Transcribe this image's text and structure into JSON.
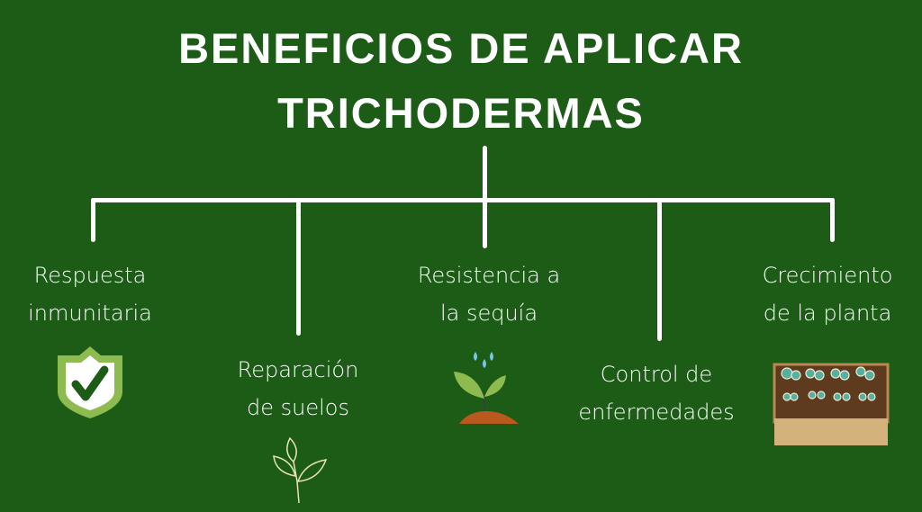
{
  "title": {
    "line1": "BENEFICIOS DE APLICAR",
    "line2": "TRICHODERMAS"
  },
  "branches": [
    {
      "line1": "Respuesta",
      "line2": "inmunitaria",
      "icon": "shield-check-icon"
    },
    {
      "line1": "Reparación",
      "line2": "de suelos",
      "icon": "leaf-sprig-icon"
    },
    {
      "line1": "Resistencia a",
      "line2": "la sequía",
      "icon": "sprout-water-icon"
    },
    {
      "line1": "Control de",
      "line2": "enfermedades",
      "icon": "none"
    },
    {
      "line1": "Crecimiento",
      "line2": "de la planta",
      "icon": "seedling-bed-icon"
    }
  ],
  "colors": {
    "background": "#1c5c17",
    "lines": "#ffffff",
    "accent": "#8dbb4f"
  }
}
